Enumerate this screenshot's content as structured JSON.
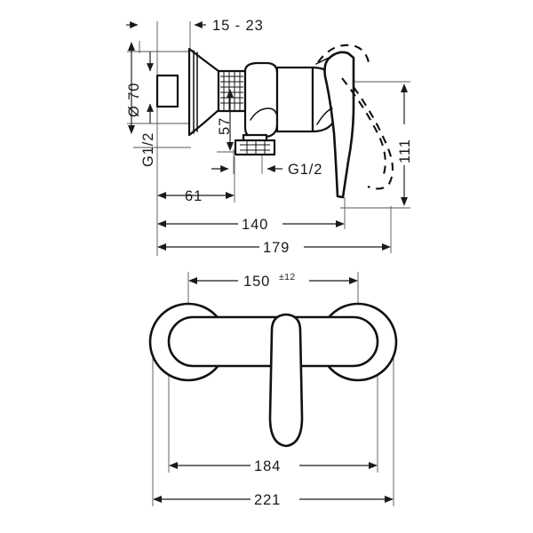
{
  "drawing": {
    "title": "Single lever shower mixer dimensional drawing",
    "units": "mm",
    "line_color": "#111111",
    "dimension_color": "#1a1a1a",
    "extension_color": "#555555",
    "background": "#ffffff"
  },
  "side_view": {
    "name": "side-elevation",
    "dimensions": {
      "wall_offset": "15 - 23",
      "escutcheon_diameter": "Ø 70",
      "inlet_thread": "G1/2",
      "inlet_center_height": "57",
      "outlet_thread": "G1/2",
      "projection_body": "61",
      "projection_lever": "140",
      "projection_total": "179",
      "lever_drop_height": "111"
    }
  },
  "front_view": {
    "name": "front-elevation",
    "dimensions": {
      "inlet_centers": "150",
      "inlet_centers_tolerance": "±12",
      "body_width": "184",
      "overall_width": "221"
    }
  },
  "labels": [
    {
      "id": "dim-15-23",
      "text": "15 - 23",
      "rotation": 0
    },
    {
      "id": "dim-d70",
      "text": "Ø 70",
      "rotation": -90
    },
    {
      "id": "dim-g12-in",
      "text": "G1/2",
      "rotation": -90
    },
    {
      "id": "dim-57",
      "text": "57",
      "rotation": -90
    },
    {
      "id": "dim-g12-out",
      "text": "G1/2",
      "rotation": 0
    },
    {
      "id": "dim-61",
      "text": "61",
      "rotation": 0
    },
    {
      "id": "dim-140",
      "text": "140",
      "rotation": 0
    },
    {
      "id": "dim-179",
      "text": "179",
      "rotation": 0
    },
    {
      "id": "dim-111",
      "text": "111",
      "rotation": -90
    },
    {
      "id": "dim-150",
      "text": "150",
      "rotation": 0
    },
    {
      "id": "dim-150-tol",
      "text": "±12",
      "rotation": 0
    },
    {
      "id": "dim-184",
      "text": "184",
      "rotation": 0
    },
    {
      "id": "dim-221",
      "text": "221",
      "rotation": 0
    }
  ]
}
